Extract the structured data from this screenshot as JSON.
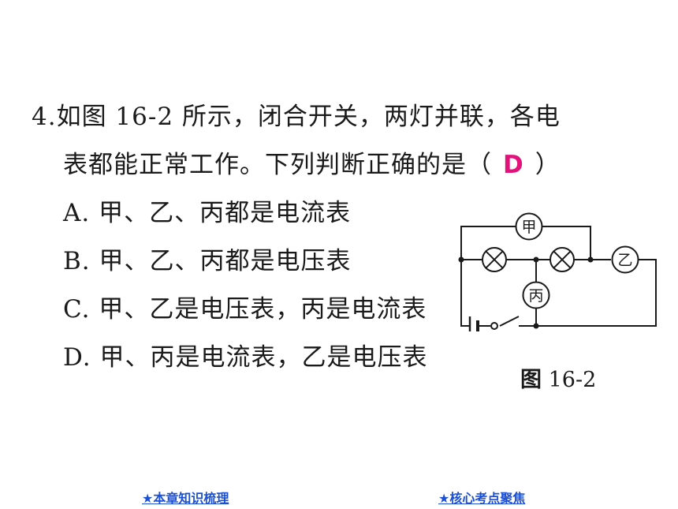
{
  "question": {
    "number": "4.",
    "line1": "如图 16-2 所示，闭合开关，两灯并联，各电",
    "line2_prefix": "表都能正常工作。下列判断正确的是（",
    "answer": "D",
    "line2_suffix": "）"
  },
  "options": [
    {
      "label": "A. 甲、乙、丙都是电流表"
    },
    {
      "label": "B. 甲、乙、丙都是电压表"
    },
    {
      "label": "C. 甲、乙是电压表，丙是电流表"
    },
    {
      "label": "D. 甲、丙是电流表，乙是电压表"
    }
  ],
  "figure": {
    "caption_bold": "图",
    "caption_num": "16-2",
    "meter_labels": {
      "jia": "甲",
      "yi": "乙",
      "bing": "丙"
    }
  },
  "nav": {
    "link1": "★本章知识梳理",
    "link2": "★核心考点聚焦"
  },
  "colors": {
    "answer": "#e3127a",
    "link": "#1a4fd6"
  }
}
